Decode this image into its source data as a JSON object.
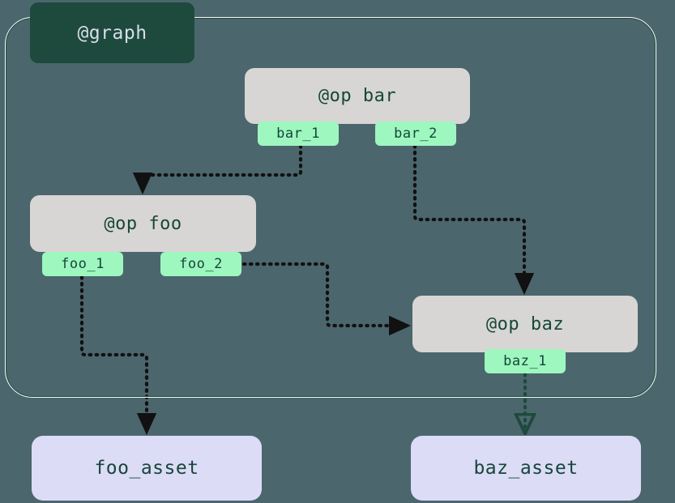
{
  "diagram": {
    "type": "op-graph",
    "background_color": "#4c666e",
    "graph": {
      "label": "@graph",
      "label_bg_color": "#1d4a3c",
      "label_text_color": "#d8dcec",
      "border_color": "#ffffff"
    },
    "op_nodes": [
      {
        "id": "bar",
        "label": "@op bar",
        "bg_color": "#d7d6d4",
        "text_color": "#17463a"
      },
      {
        "id": "foo",
        "label": "@op foo",
        "bg_color": "#d7d6d4",
        "text_color": "#17463a"
      },
      {
        "id": "baz",
        "label": "@op baz",
        "bg_color": "#d7d6d4",
        "text_color": "#17463a"
      }
    ],
    "output_chips": [
      {
        "id": "bar_1",
        "label": "bar_1",
        "parent": "bar",
        "bg_color": "#9df7bf"
      },
      {
        "id": "bar_2",
        "label": "bar_2",
        "parent": "bar",
        "bg_color": "#9df7bf"
      },
      {
        "id": "foo_1",
        "label": "foo_1",
        "parent": "foo",
        "bg_color": "#9df7bf"
      },
      {
        "id": "foo_2",
        "label": "foo_2",
        "parent": "foo",
        "bg_color": "#9df7bf"
      },
      {
        "id": "baz_1",
        "label": "baz_1",
        "parent": "baz",
        "bg_color": "#9df7bf"
      }
    ],
    "asset_nodes": [
      {
        "id": "foo_asset",
        "label": "foo_asset",
        "bg_color": "#dcdcf7",
        "text_color": "#17463a"
      },
      {
        "id": "baz_asset",
        "label": "baz_asset",
        "bg_color": "#dcdcf7",
        "text_color": "#17463a"
      }
    ],
    "edges": [
      {
        "from": "bar_1",
        "to": "foo",
        "style": "dotted",
        "color": "#111111",
        "arrow": "filled"
      },
      {
        "from": "bar_2",
        "to": "baz",
        "style": "dotted",
        "color": "#111111",
        "arrow": "filled"
      },
      {
        "from": "foo_2",
        "to": "baz",
        "style": "dotted",
        "color": "#111111",
        "arrow": "filled"
      },
      {
        "from": "foo_1",
        "to": "foo_asset",
        "style": "dotted",
        "color": "#111111",
        "arrow": "filled"
      },
      {
        "from": "baz_1",
        "to": "baz_asset",
        "style": "dotted",
        "color": "#1d4a3c",
        "arrow": "hollow"
      }
    ]
  }
}
